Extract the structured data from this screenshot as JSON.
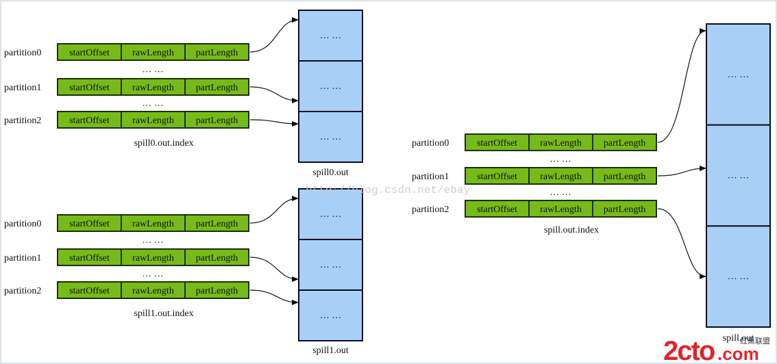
{
  "field_labels": [
    "startOffset",
    "rawLength",
    "partLength"
  ],
  "partition_labels": [
    "partition0",
    "partition1",
    "partition2"
  ],
  "ellipsis": "… …",
  "index_groups": [
    {
      "id": "spill0-index",
      "caption": "spill0.out.index"
    },
    {
      "id": "spill1-index",
      "caption": "spill1.out.index"
    },
    {
      "id": "spill-merged-index",
      "caption": "spill.out.index"
    }
  ],
  "out_files": [
    {
      "id": "spill0-out",
      "caption": "spill0.out",
      "segments": [
        "… …",
        "… …",
        "… …"
      ]
    },
    {
      "id": "spill1-out",
      "caption": "spill1.out",
      "segments": [
        "… …",
        "… …",
        "… …"
      ]
    },
    {
      "id": "spill-merged-out",
      "caption": "spill.out",
      "segments": [
        "… …",
        "… …",
        "… …"
      ]
    }
  ],
  "watermark_url": "http://blog.csdn.net/ebay",
  "logo": {
    "text": "2cto",
    "suffix": ".com",
    "tag": "红黑联盟"
  },
  "colors": {
    "field_fill": "#77bb1a",
    "field_stroke": "#1c2e06",
    "segment_fill": "#a8d0f7",
    "segment_stroke": "#0c0c1c",
    "arrow": "#111111",
    "text": "#111111",
    "watermark": "#c9c9d3",
    "logo_red": "#e0262b"
  }
}
